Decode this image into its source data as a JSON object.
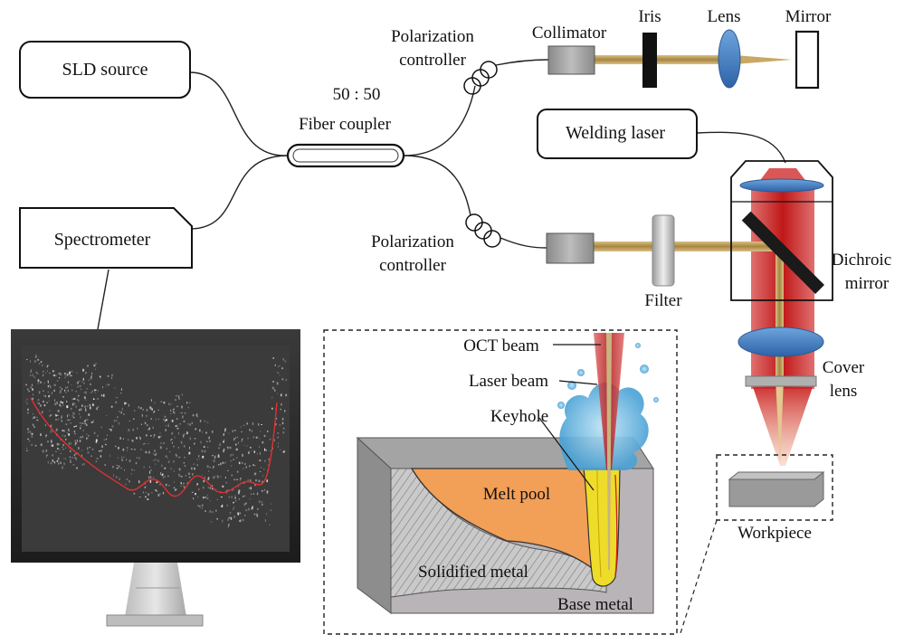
{
  "labels": {
    "sld_source": "SLD source",
    "spectrometer": "Spectrometer",
    "coupler_ratio": "50 : 50",
    "coupler_name": "Fiber coupler",
    "pol_ctrl_top_1": "Polarization",
    "pol_ctrl_top_2": "controller",
    "pol_ctrl_bottom_1": "Polarization",
    "pol_ctrl_bottom_2": "controller",
    "collimator": "Collimator",
    "iris": "Iris",
    "lens": "Lens",
    "mirror": "Mirror",
    "welding_laser": "Welding laser",
    "dichroic_1": "Dichroic",
    "dichroic_2": "mirror",
    "filter": "Filter",
    "cover_lens_1": "Cover",
    "cover_lens_2": "lens",
    "workpiece": "Workpiece",
    "oct_beam": "OCT beam",
    "laser_beam": "Laser beam",
    "keyhole": "Keyhole",
    "melt_pool": "Melt pool",
    "solidified_metal": "Solidified metal",
    "base_metal": "Base metal"
  },
  "colors": {
    "fiber": "#222222",
    "beam_gold": "#b8975a",
    "laser_red": "#d42a2a",
    "lens_blue": "#3f7fc4",
    "melt_orange": "#f2a15a",
    "keyhole_yellow": "#f2e23a",
    "metal_gray": "#b5b5b5",
    "plume_blue": "#5fb0dd"
  }
}
